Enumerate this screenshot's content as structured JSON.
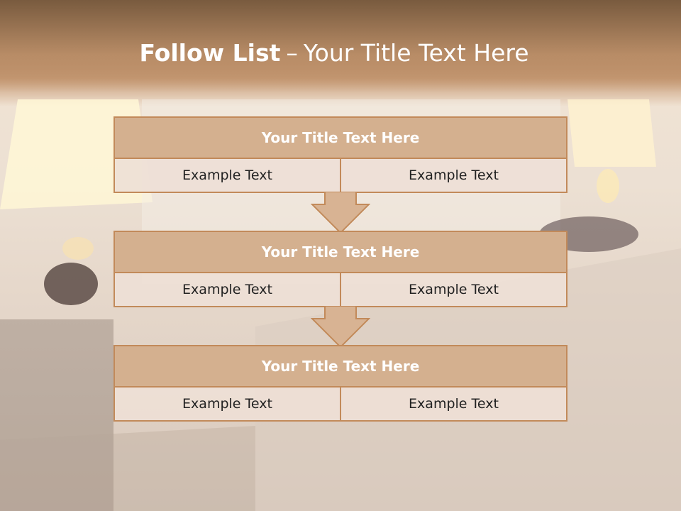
{
  "slide": {
    "title_bold": "Follow List",
    "title_separator": "–",
    "title_rest": "Your Title Text Here"
  },
  "steps": [
    {
      "title": "Your Title Text Here",
      "left": "Example Text",
      "right": "Example Text"
    },
    {
      "title": "Your Title Text Here",
      "left": "Example Text",
      "right": "Example Text"
    },
    {
      "title": "Your Title Text Here",
      "left": "Example Text",
      "right": "Example Text"
    }
  ],
  "colors": {
    "header_fill": "#d4b08f",
    "border": "#c28a5a",
    "cell_fill": "#eee0d6",
    "arrow_fill": "#d8b393"
  },
  "background": "hotel-bedroom-photo"
}
